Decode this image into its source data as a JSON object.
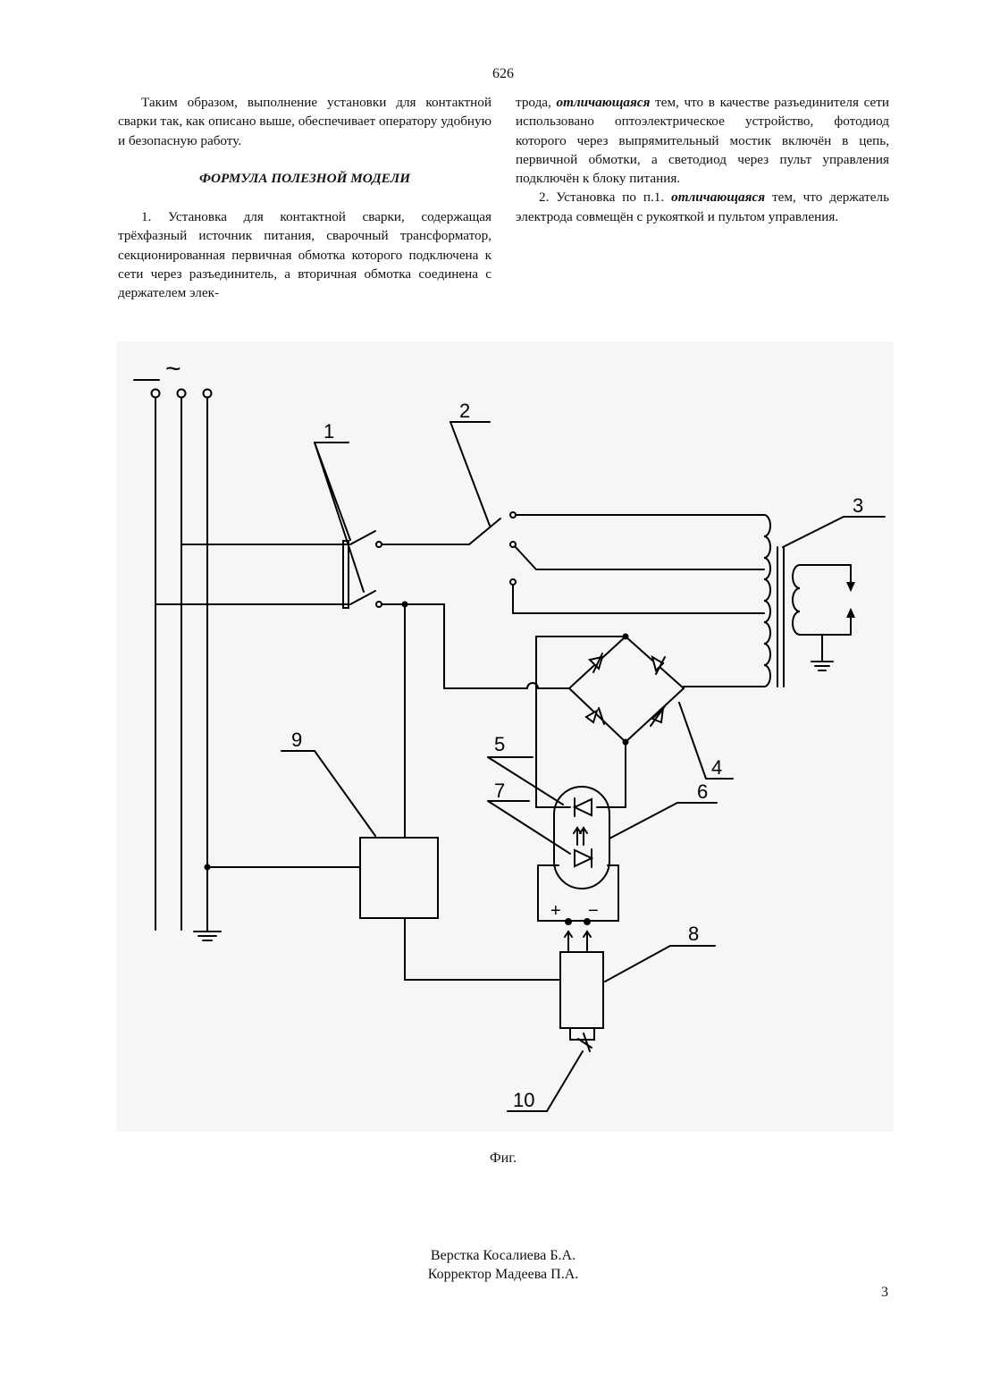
{
  "header": {
    "page_number": "626"
  },
  "left_column": {
    "intro_paragraph": "Таким образом, выполнение установки для контактной сварки так, как описано выше, обеспечивает оператору удобную и безопасную работу.",
    "section_heading": "ФОРМУЛА ПОЛЕЗНОЙ МОДЕЛИ",
    "claim1_text": "1. Установка для контактной сварки, содержащая трёхфазный источник питания, сварочный трансформатор, секционированная первичная обмотка которого подключена к сети через разъединитель, а вторичная обмотка соединена с держателем элек-"
  },
  "right_column": {
    "claim1_continuation_start": "трода,",
    "claim1_emphasis": "отличающаяся",
    "claim1_continuation_end": "тем, что в качестве разъединителя сети использовано оптоэлектрическое устройство, фотодиод которого через выпрямительный мостик включён в цепь, первичной обмотки, а светодиод через пульт управления подключён к блоку питания.",
    "claim2_start": "2. Установка по п.1.",
    "claim2_emphasis": "отличающаяся",
    "claim2_end": "тем, что держатель электрода совмещён с рукояткой и пультом управления."
  },
  "figure": {
    "ac_symbol": "~",
    "labels": {
      "l1": "1",
      "l2": "2",
      "l3": "3",
      "l4": "4",
      "l5": "5",
      "l6": "6",
      "l7": "7",
      "l8": "8",
      "l9": "9",
      "l10": "10"
    },
    "plus_sign": "+",
    "minus_sign": "−"
  },
  "caption": "Фиг.",
  "credits": {
    "layout_by": "Верстка Косалиева Б.А.",
    "corrector": "Корректор Мадеева П.А."
  },
  "footer": {
    "page_number": "3"
  }
}
